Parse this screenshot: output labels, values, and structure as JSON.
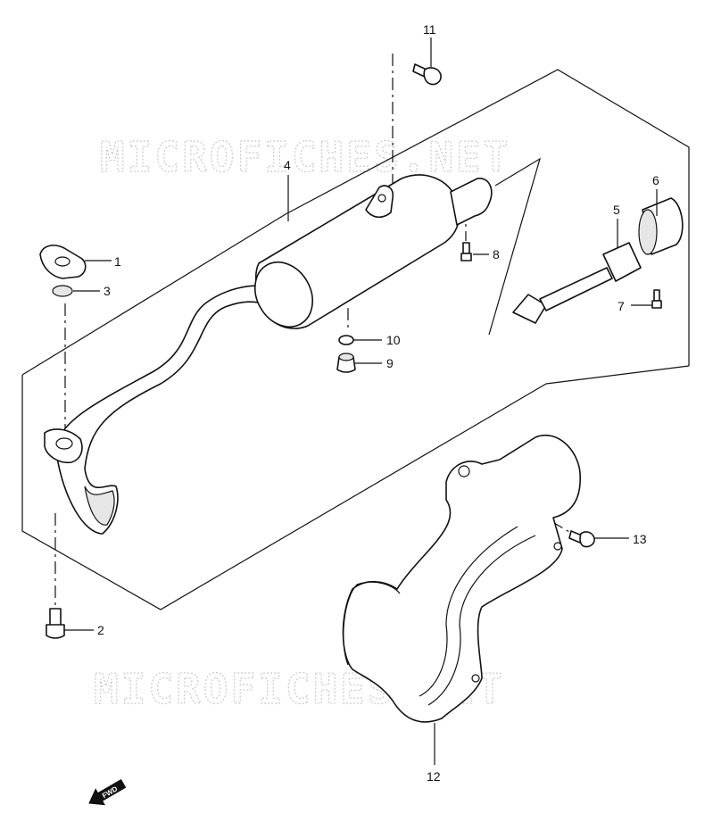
{
  "watermark": "MICROFICHES.NET",
  "fwd_label": "FWD",
  "callouts": [
    {
      "id": "1",
      "label": "1"
    },
    {
      "id": "2",
      "label": "2"
    },
    {
      "id": "3",
      "label": "3"
    },
    {
      "id": "4",
      "label": "4"
    },
    {
      "id": "5",
      "label": "5"
    },
    {
      "id": "6",
      "label": "6"
    },
    {
      "id": "7",
      "label": "7"
    },
    {
      "id": "8",
      "label": "8"
    },
    {
      "id": "9",
      "label": "9"
    },
    {
      "id": "10",
      "label": "10"
    },
    {
      "id": "11",
      "label": "11"
    },
    {
      "id": "12",
      "label": "12"
    },
    {
      "id": "13",
      "label": "13"
    }
  ]
}
